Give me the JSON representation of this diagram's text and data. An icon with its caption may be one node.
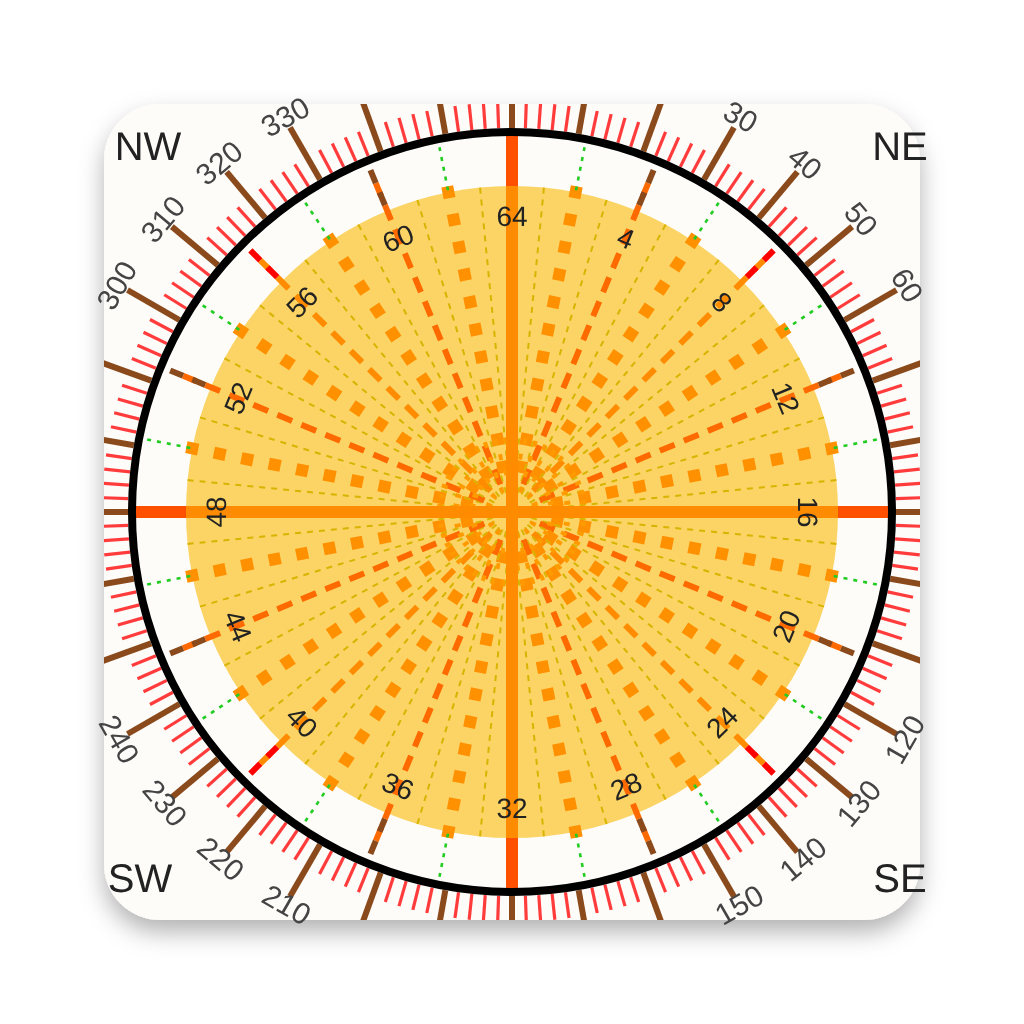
{
  "diagram": {
    "labels": [
      "NW",
      "NE",
      "SW",
      "SE",
      "30",
      "40",
      "50",
      "60",
      "120",
      "130",
      "140",
      "150",
      "210",
      "220",
      "230",
      "240",
      "300",
      "310",
      "320",
      "330",
      "64",
      "4",
      "8",
      "12",
      "16",
      "20",
      "24",
      "28",
      "32",
      "36",
      "40",
      "44",
      "48",
      "52",
      "56",
      "60"
    ]
  }
}
